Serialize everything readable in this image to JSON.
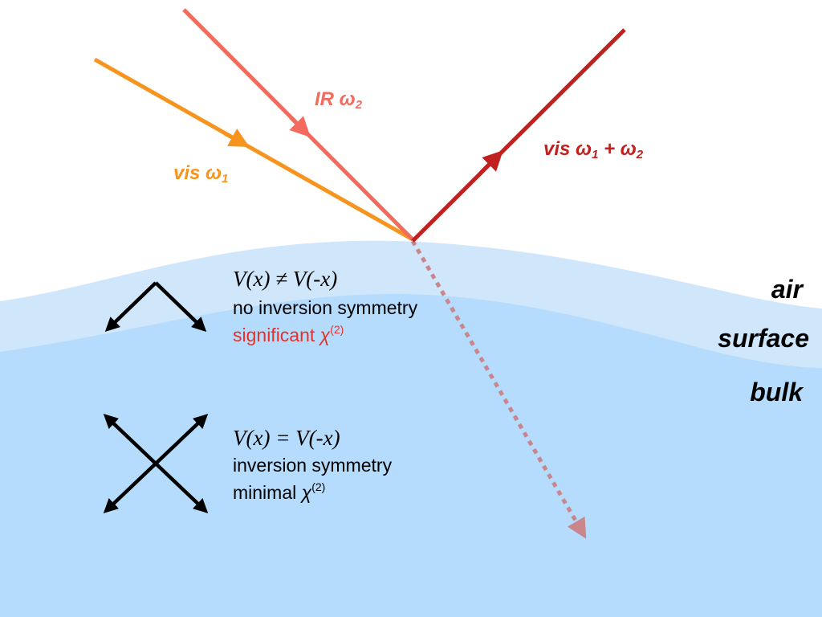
{
  "beams": {
    "ir": {
      "label": "IR ω",
      "sub": "2",
      "color": "#f26b5e"
    },
    "vis": {
      "label": "vis ω",
      "sub": "1",
      "color": "#f7941d"
    },
    "sfg": {
      "label": "vis ω",
      "sub1": "1",
      "plus": " + ω",
      "sub2": "2",
      "color": "#c0201e"
    },
    "transmitted": {
      "color": "#c9868c"
    }
  },
  "regions": {
    "air": "air",
    "surface": "surface",
    "bulk": "bulk",
    "surface_color": "#cfe6fb",
    "bulk_color": "#b5dcfc"
  },
  "surface_block": {
    "equation": "V(x) ≠ V(-x)",
    "line1": "no inversion symmetry",
    "line2_text": "significant ",
    "line2_chi": "χ",
    "line2_sup": "(2)",
    "line2_color": "#e8302a"
  },
  "bulk_block": {
    "equation": "V(x) = V(-x)",
    "line1": "inversion symmetry",
    "line2_text": "minimal ",
    "line2_chi": "χ",
    "line2_sup": "(2)"
  }
}
